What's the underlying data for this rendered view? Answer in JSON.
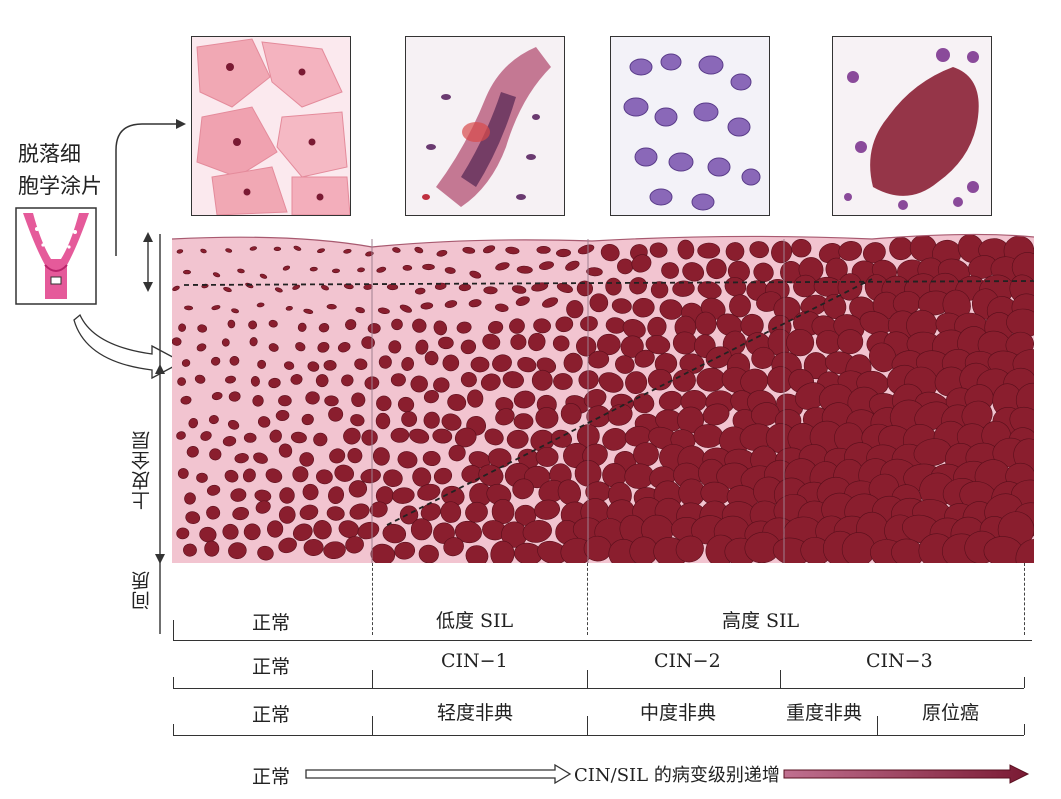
{
  "smear_label": {
    "line1": "脱落细",
    "line2": "胞学涂片"
  },
  "axis_labels": {
    "epithelium": "上皮全层",
    "stroma": "间质"
  },
  "row1": {
    "normal": "正常",
    "low": "低度 SIL",
    "high": "高度 SIL"
  },
  "row2": {
    "normal": "正常",
    "cin1": "CIN−1",
    "cin2": "CIN−2",
    "cin3": "CIN−3"
  },
  "row3": {
    "normal": "正常",
    "mild": "轻度非典",
    "moderate": "中度非典",
    "severe": "重度非典",
    "cis": "原位癌"
  },
  "progression": {
    "start": "正常",
    "end": "CIN/SIL 的病变级别递增"
  },
  "colors": {
    "tissue": "#f2c4d0",
    "nucleus": "#8a1e2e",
    "smear_pink": "#f1a8b4",
    "smear_purple": "#7d4aa0"
  }
}
